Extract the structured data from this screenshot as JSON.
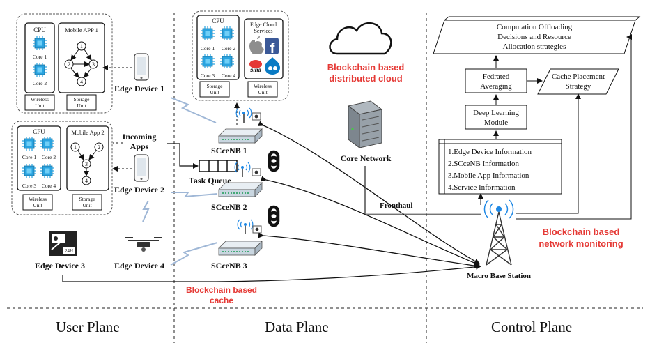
{
  "planes": {
    "user": "User Plane",
    "data": "Data Plane",
    "control": "Control Plane"
  },
  "user_plane": {
    "device1_box": {
      "cpu_label": "CPU",
      "core1": "Core 1",
      "core2": "Core 2",
      "app_label": "Mobile APP 1",
      "wireless_unit": [
        "Wireless",
        "Unit"
      ],
      "storage_unit": [
        "Storage",
        "Unit"
      ]
    },
    "device2_box": {
      "cpu_label": "CPU",
      "cores": [
        "Core 1",
        "Core 2",
        "Core 3",
        "Core 4"
      ],
      "app_label": "Mobile App 2",
      "wireless_unit": [
        "Wireless",
        "Unit"
      ],
      "storage_unit": [
        "Storage",
        "Unit"
      ]
    },
    "app1_nodes": [
      "1",
      "2",
      "3",
      "4"
    ],
    "app2_nodes": [
      "1",
      "2",
      "3",
      "4"
    ],
    "edge_device_1": "Edge Device 1",
    "edge_device_2": "Edge Device 2",
    "edge_device_3": "Edge Device 3",
    "edge_device_4": "Edge Device 4",
    "incoming_apps": [
      "Incoming",
      "Apps"
    ],
    "camera_badge": "24H"
  },
  "data_plane": {
    "server_box": {
      "cpu_label": "CPU",
      "cores": [
        "Core 1",
        "Core 2",
        "Core 3",
        "Core 4"
      ],
      "services_label": [
        "Edge Cloud",
        "Services"
      ],
      "sina_label": "sina",
      "storage_unit": [
        "Storage",
        "Unit"
      ],
      "wireless_unit": [
        "Wireless",
        "Unit"
      ]
    },
    "task_queue": "Task Queue",
    "sceenb1": "SCceNB 1",
    "sceenb2": "SCceNB 2",
    "sceenb3": "SCceNB 3",
    "blockchain_cache": [
      "Blockchain based",
      "cache"
    ]
  },
  "cloud": {
    "blockchain_cloud": [
      "Blockchain based",
      "distributed cloud"
    ],
    "core_network": "Core Network",
    "fronthaul": "Fronthaul"
  },
  "control_plane": {
    "offloading": [
      "Computation Offloading",
      "Decisions and Resource",
      "Allocation strategies"
    ],
    "fedrated": [
      "Fedrated",
      "Averaging"
    ],
    "cache_placement": [
      "Cache Placement",
      "Strategy"
    ],
    "deep_learning": [
      "Deep Learning",
      "Module"
    ],
    "info_list": [
      "1.Edge Device Information",
      "2.SCceNB Information",
      "3.Mobile App Information",
      "4.Service Information"
    ],
    "blockchain_monitoring": [
      "Blockchain based",
      "network monitoring"
    ],
    "macro_base_station": "Macro Base Station"
  },
  "colors": {
    "accent_red": "#e53935",
    "chip_blue": "#29a3e0",
    "apple_gray": "#8e8e8e",
    "facebook_blue": "#3b5998",
    "drupal_blue": "#0a7bc4"
  }
}
